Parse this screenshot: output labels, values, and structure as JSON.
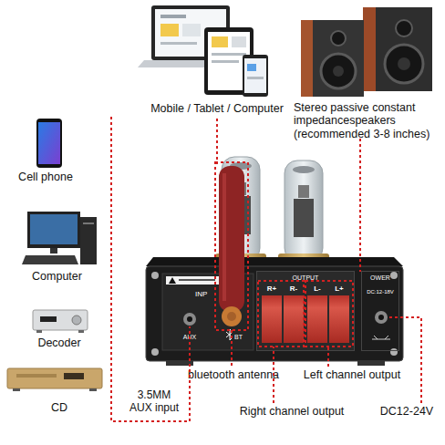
{
  "diagram": {
    "nodes": [
      {
        "text": [
          "OUTPUT"
        ]
      },
      {
        "text": [
          "R+"
        ],
        "in": 0
      },
      {
        "text": [
          "R-"
        ],
        "in": 0
      },
      {
        "text": [
          "L-"
        ],
        "in": 0
      },
      {
        "text": [
          "L+"
        ],
        "in": 0
      },
      {
        "text": [
          "OWER",
          "DC:12-18V"
        ]
      }
    ],
    "labels": [
      "Mobile / Tablet / Computer",
      "Stereo passive constant impedancespeakers (recommended 3-8 inches)",
      "Cell phone",
      "Computer",
      "Decoder",
      "CD",
      "INP",
      "AUX",
      "BT",
      "bluetooth antenna",
      "Left channel output",
      "3.5MM AUX input",
      "Right channel output",
      "DC12-24V"
    ]
  }
}
